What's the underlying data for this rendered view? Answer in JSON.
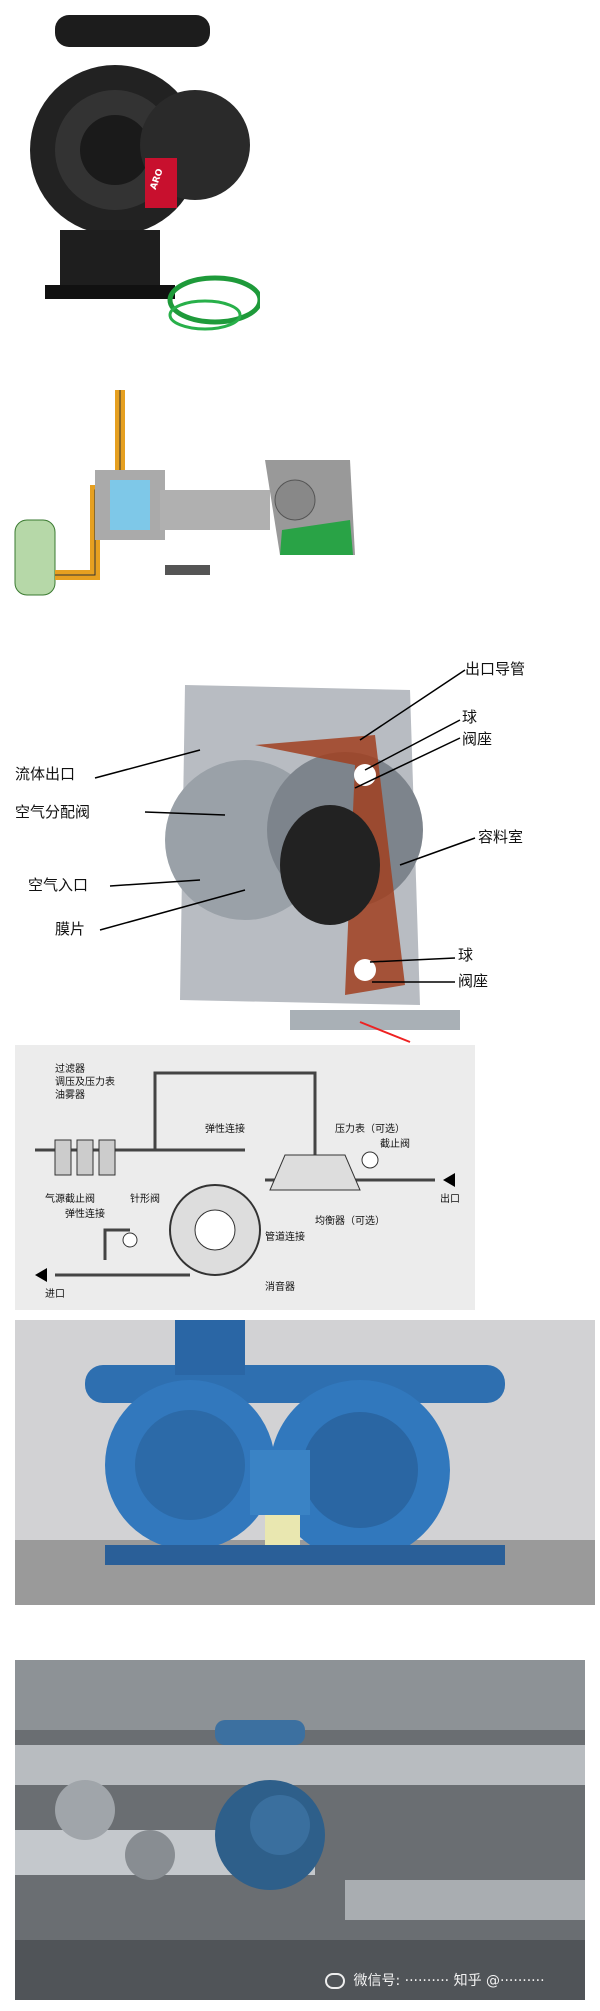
{
  "brand": {
    "logo_text": "ARO"
  },
  "cutaway_labels": {
    "outlet_pipe": "出口导管",
    "ball_top": "球",
    "seat_top": "阀座",
    "fluid_outlet": "流体出口",
    "air_valve": "空气分配阀",
    "chamber": "容料室",
    "air_inlet": "空气入口",
    "diaphragm": "膜片",
    "ball_bottom": "球",
    "seat_bottom": "阀座"
  },
  "schematic_labels": {
    "filter": "过滤器",
    "regulator": "调压及压力表",
    "lubricator": "油雾器",
    "elastic_top": "弹性连接",
    "pressure_gauge": "压力表（可选）",
    "stop_valve_top": "截止阀",
    "needle_valve": "针形阀",
    "air_stop_valve": "气源截止阀",
    "outlet": "出口",
    "equalizer": "均衡器（可选）",
    "pipe_stop_valve": "管道连接",
    "elastic_bottom": "弹性连接",
    "muffler": "消音器",
    "inlet": "进口"
  },
  "watermark": {
    "text": "微信号: ·········· 知乎 @··········"
  }
}
